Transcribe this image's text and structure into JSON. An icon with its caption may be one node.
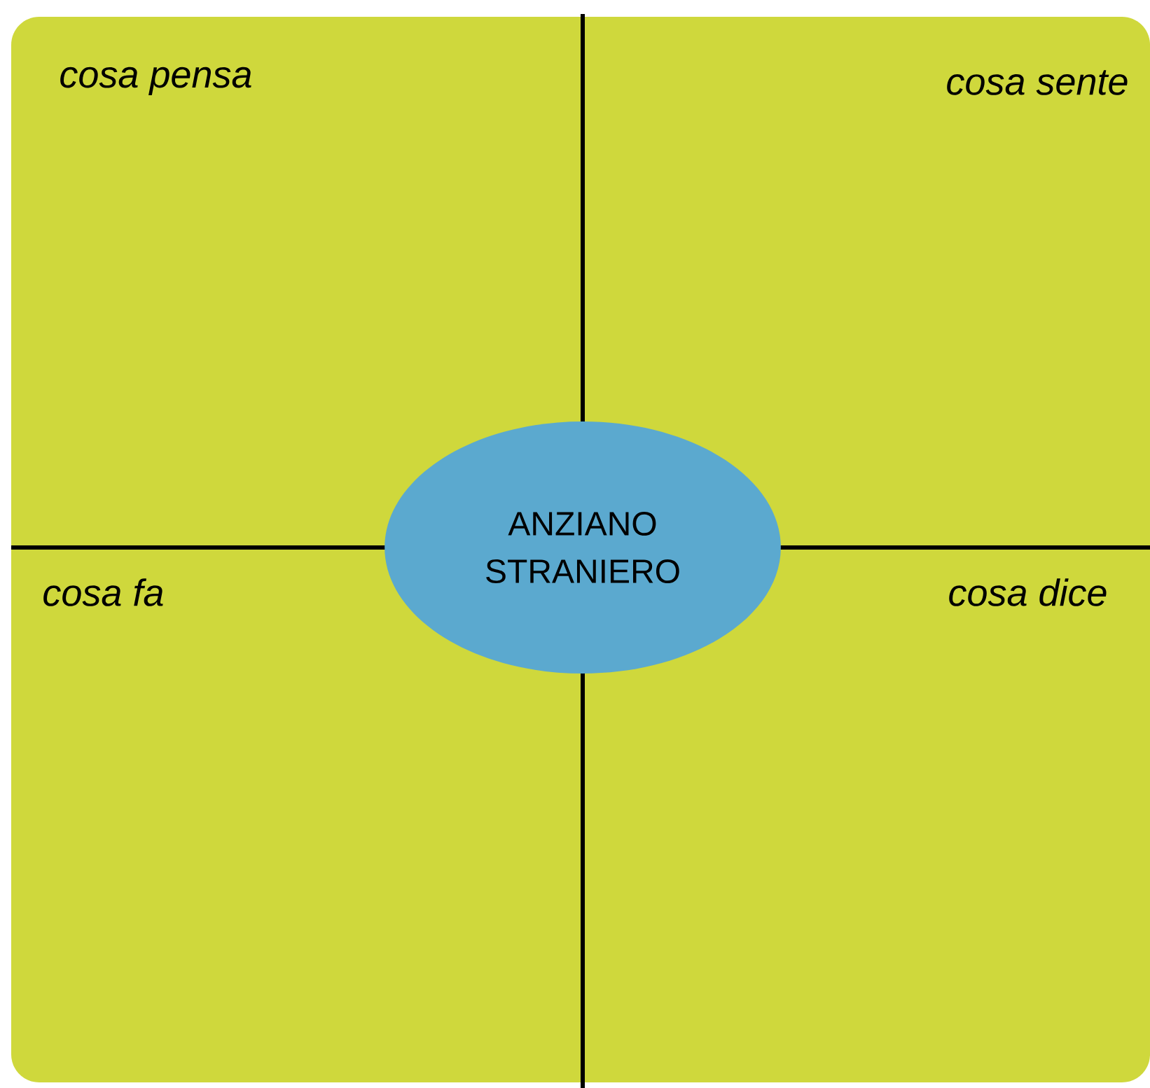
{
  "diagram": {
    "nodes": [
      {
        "text": [
          "cosa pensa"
        ]
      },
      {
        "text": [
          "cosa sente"
        ]
      },
      {
        "text": [
          "cosa fa"
        ]
      },
      {
        "text": [
          "cosa dice"
        ]
      },
      {
        "text": [
          "ANZIANO STRANIERO"
        ]
      }
    ]
  }
}
